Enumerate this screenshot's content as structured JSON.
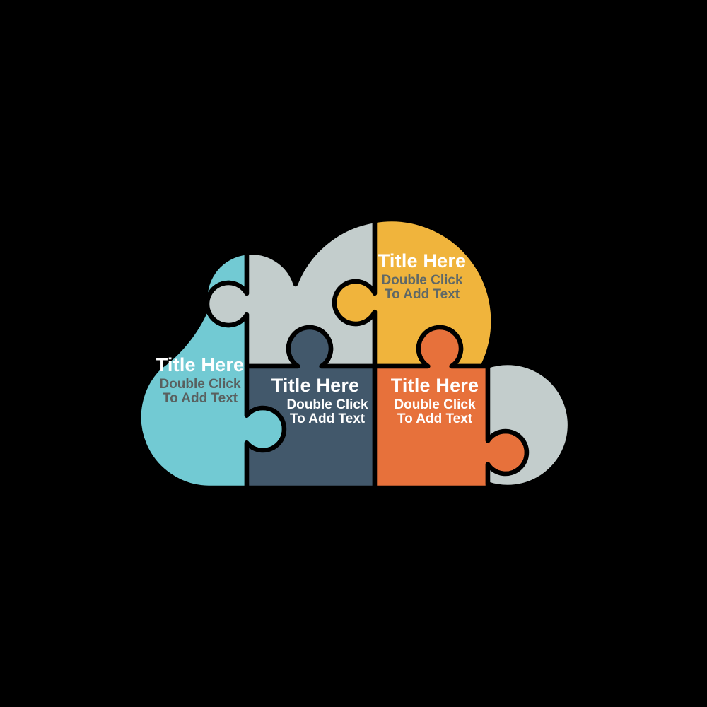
{
  "canvas": {
    "background_color": "#000000",
    "outline_color": "#000000",
    "description": "Cloud-shaped five-piece jigsaw puzzle infographic template"
  },
  "diagram": {
    "pieces": [
      {
        "name": "left-teal-piece",
        "color": "#72CAD3",
        "title": "Title Here",
        "sub1": "Double Click",
        "sub2": "To Add Text",
        "title_color": "#FFFFFF",
        "sub_color": "#59605F"
      },
      {
        "name": "top-gray-piece",
        "color": "#C3CDCC"
      },
      {
        "name": "top-right-yellow-piece",
        "color": "#F0B43C",
        "title": "Title Here",
        "sub1": "Double Click",
        "sub2": "To Add Text",
        "title_color": "#FFFFFF",
        "sub_color": "#5F6866"
      },
      {
        "name": "bottom-middle-slate-piece",
        "color": "#42586B",
        "title": "Title Here",
        "sub1": "Double Click",
        "sub2": "To Add Text",
        "title_color": "#FFFFFF",
        "sub_color": "#FFFFFF"
      },
      {
        "name": "bottom-right-orange-piece",
        "color": "#E7713B",
        "title": "Title Here",
        "sub1": "Double Click",
        "sub2": "To Add Text",
        "title_color": "#FFFFFF",
        "sub_color": "#FFFFFF"
      },
      {
        "name": "right-gray-bump-piece",
        "color": "#C3CDCC"
      }
    ]
  }
}
